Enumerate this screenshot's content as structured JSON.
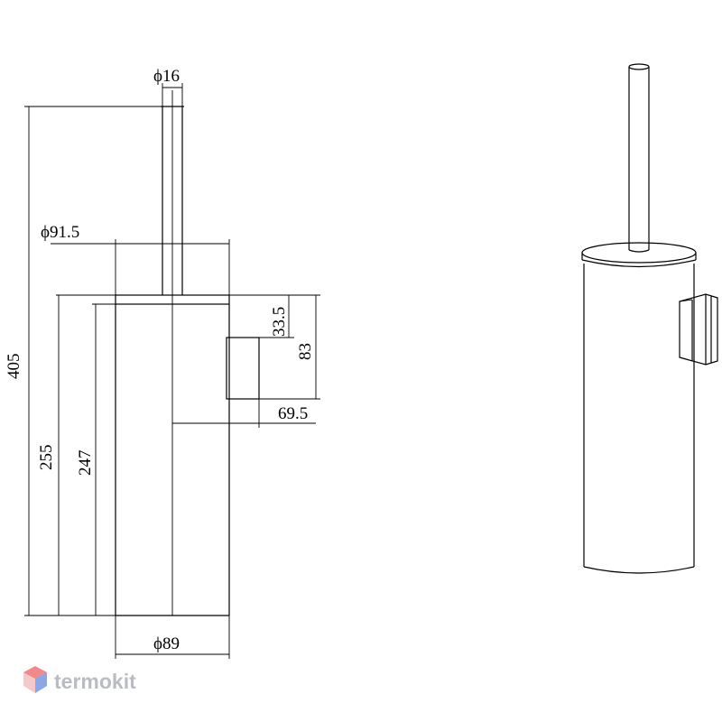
{
  "dimensions": {
    "rod_diameter": "ϕ16",
    "lid_diameter": "ϕ91.5",
    "body_diameter": "ϕ89",
    "total_height": "405",
    "body_height": "255",
    "inner_height": "247",
    "bracket_offset": "33.5",
    "bracket_height": "83",
    "wall_distance": "69.5"
  },
  "watermark": {
    "text": "termokit",
    "logo_colors": [
      "#f08a8a",
      "#8aa8e8",
      "#f4c9c9"
    ]
  }
}
